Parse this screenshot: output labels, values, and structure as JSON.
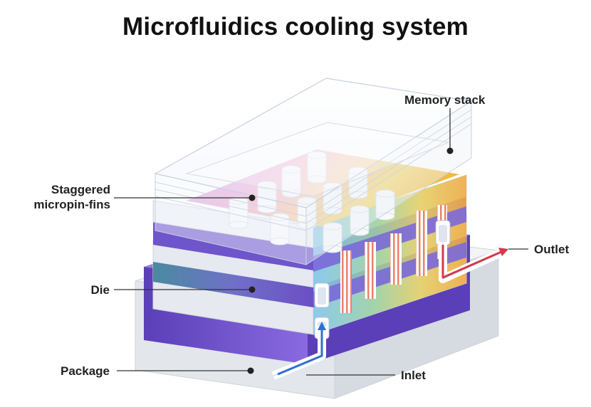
{
  "title": "Microfluidics cooling system",
  "labels": {
    "memory_stack": "Memory stack",
    "micropin_line1": "Staggered",
    "micropin_line2": "micropin-fins",
    "die": "Die",
    "package": "Package",
    "outlet": "Outlet",
    "inlet": "Inlet"
  },
  "colors": {
    "package": "#e6e8ec",
    "purple": "#6b4fc4",
    "light_layer": "#e9ecf2",
    "inlet_arrow": "#2f6fd0",
    "outlet_arrow": "#d23a4a",
    "leader": "#333333"
  }
}
